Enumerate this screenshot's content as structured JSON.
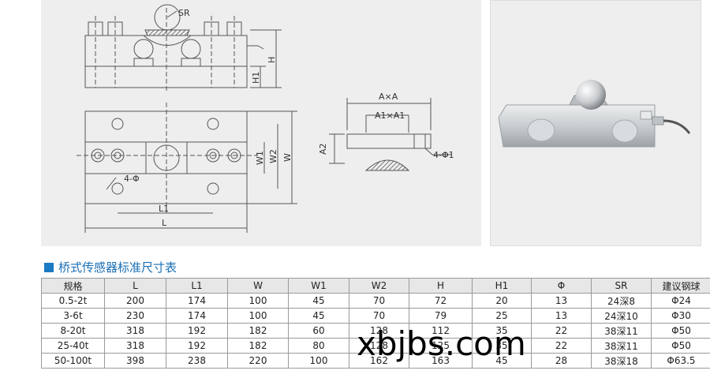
{
  "drawing": {
    "sr": "SR",
    "h": "H",
    "h1": "H1",
    "w": "W",
    "w1": "W1",
    "w2": "W2",
    "l": "L",
    "l1": "L1",
    "phi4": "4-Φ",
    "axa": "A×A",
    "a1xa1": "A1×A1",
    "a2": "A2",
    "phi1": "4-Φ1"
  },
  "section": {
    "title": "桥式传感器标准尺寸表"
  },
  "table": {
    "headers": [
      "规格",
      "L",
      "L1",
      "W",
      "W1",
      "W2",
      "H",
      "H1",
      "Φ",
      "SR",
      "建议钢球"
    ],
    "rows": [
      [
        "0.5-2t",
        "200",
        "174",
        "100",
        "45",
        "70",
        "72",
        "20",
        "13",
        "24深8",
        "Φ24"
      ],
      [
        "3-6t",
        "230",
        "174",
        "100",
        "45",
        "70",
        "79",
        "25",
        "13",
        "24深10",
        "Φ30"
      ],
      [
        "8-20t",
        "318",
        "192",
        "182",
        "60",
        "128",
        "112",
        "35",
        "22",
        "38深11",
        "Φ50"
      ],
      [
        "25-40t",
        "318",
        "192",
        "182",
        "80",
        "128",
        "125",
        "35",
        "22",
        "38深11",
        "Φ50"
      ],
      [
        "50-100t",
        "398",
        "238",
        "220",
        "100",
        "162",
        "163",
        "45",
        "28",
        "38深18",
        "Φ63.5"
      ]
    ]
  },
  "watermark": "xbjbs.com",
  "colors": {
    "accent": "#1a7ac4",
    "panel": "#eeeeee"
  }
}
